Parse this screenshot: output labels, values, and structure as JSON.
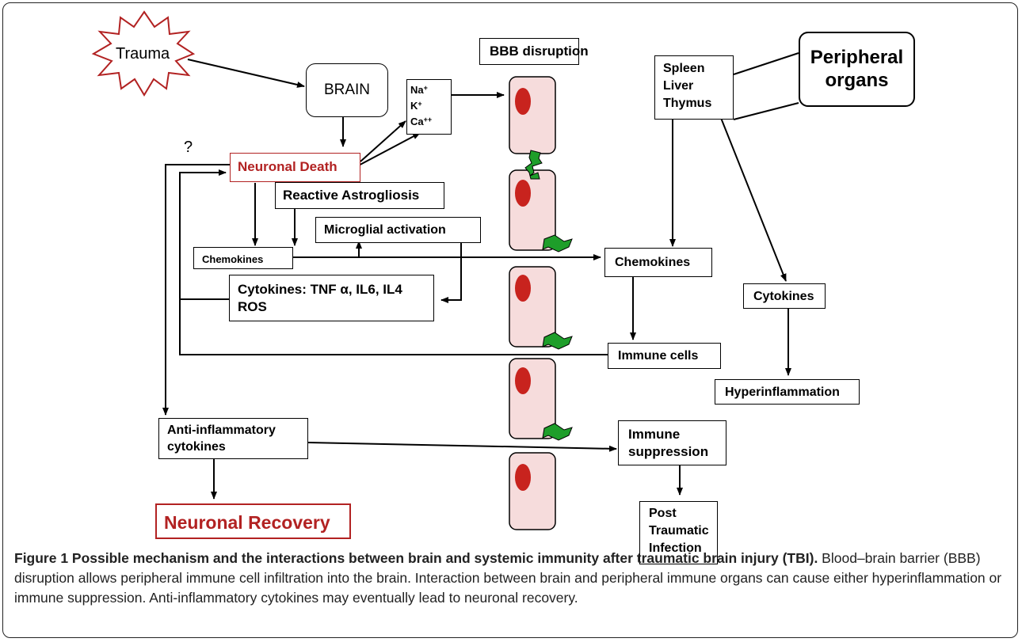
{
  "nodes": {
    "trauma": "Trauma",
    "brain": "BRAIN",
    "ions": {
      "na": "Na",
      "na_sup": "+",
      "k": "K",
      "k_sup": "+",
      "ca": "Ca",
      "ca_sup": "++"
    },
    "bbb": "BBB disruption",
    "organs_list": [
      "Spleen",
      "Liver",
      "Thymus"
    ],
    "peripheral": [
      "Peripheral",
      "organs"
    ],
    "neuronal_death": "Neuronal Death",
    "question": "?",
    "astrogliosis": "Reactive Astrogliosis",
    "microglia": "Microglial activation",
    "chemokines_left": "Chemokines",
    "cytokines_left_line1": "Cytokines: TNF α, IL6, IL4",
    "cytokines_left_line2": "ROS",
    "chemokines_right": "Chemokines",
    "cytokines_right": "Cytokines",
    "immune_cells": "Immune cells",
    "hyperinflammation": "Hyperinflammation",
    "anti_inflammatory": [
      "Anti-inflammatory",
      "cytokines"
    ],
    "immune_suppression": [
      "Immune",
      "suppression"
    ],
    "neuronal_recovery": "Neuronal Recovery",
    "post_traumatic": [
      "Post",
      "Traumatic",
      "Infection"
    ]
  },
  "caption": {
    "bold": "Figure 1 Possible mechanism and the interactions between brain and systemic immunity after traumatic brain injury",
    "abbr": "(TBI).",
    "text": " Blood–brain barrier (BBB) disruption allows peripheral immune cell infiltration into the brain. Interaction between brain and peripheral immune organs can cause either hyperinflammation or immune suppression. Anti-inflammatory cytokines may eventually lead to neuronal recovery."
  },
  "colors": {
    "red": "#b22222",
    "nucleus": "#c8231e",
    "cell_fill": "#f6dcdc",
    "junction": "#1e9e2a"
  }
}
